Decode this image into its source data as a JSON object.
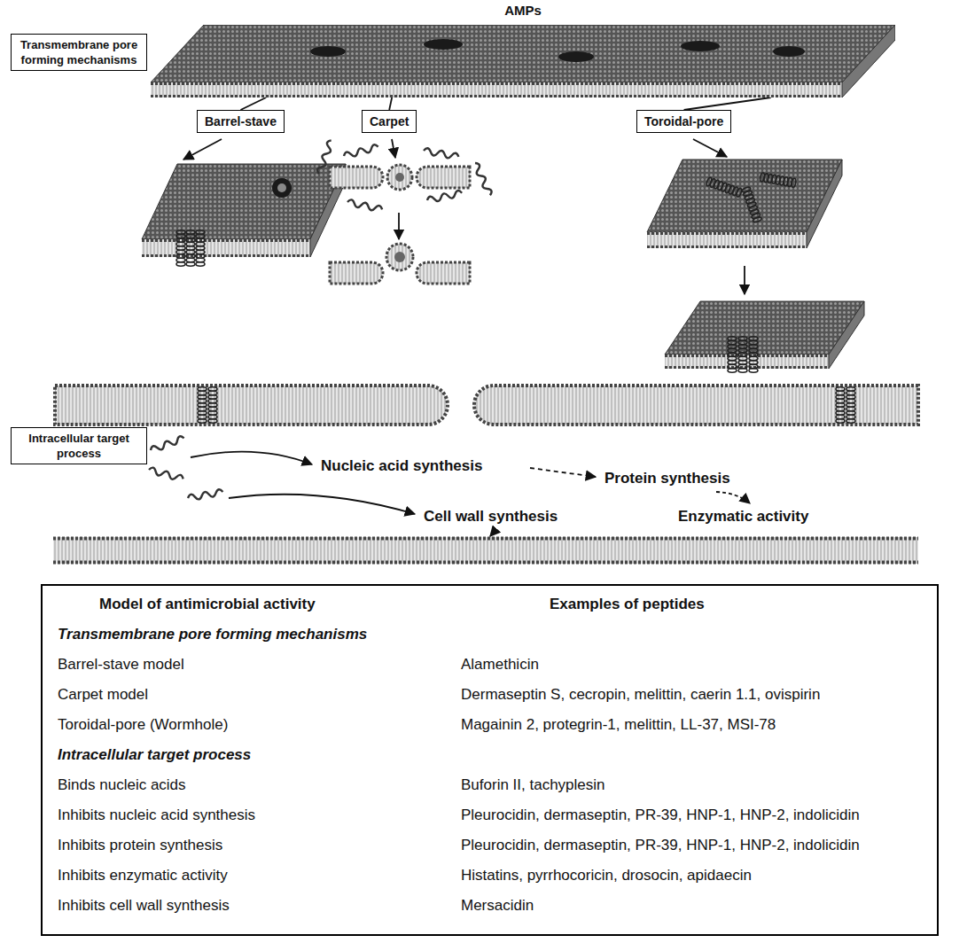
{
  "diagram": {
    "nodes": [
      {
        "text": [
          "AMPs"
        ]
      },
      {
        "text": [
          "Transmembrane pore forming mechanisms"
        ]
      },
      {
        "text": [
          "Barrel-stave"
        ]
      },
      {
        "text": [
          "Carpet"
        ]
      },
      {
        "text": [
          "Toroidal-pore"
        ]
      },
      {
        "text": [
          "Intracellular target process"
        ]
      }
    ],
    "edges": [
      {
        "from": 0,
        "to": 2,
        "arrow": "none"
      },
      {
        "from": 0,
        "to": 3,
        "arrow": "none"
      },
      {
        "from": 0,
        "to": 4,
        "arrow": "none"
      }
    ],
    "labels": [
      "Nucleic acid synthesis",
      "Protein synthesis",
      "Cell wall synthesis",
      "Enzymatic activity",
      "Model of antimicrobial activity",
      "Examples of peptides",
      "Transmembrane pore forming mechanisms",
      "Barrel-stave model",
      "Alamethicin",
      "Carpet model",
      "Dermaseptin S, cecropin, melittin, caerin 1.1, ovispirin",
      "Toroidal-pore (Wormhole)",
      "Magainin 2, protegrin-1, melittin, LL-37, MSI-78",
      "Intracellular target process",
      "Binds nucleic acids",
      "Buforin II, tachyplesin",
      "Inhibits nucleic acid synthesis",
      "Pleurocidin, dermaseptin, PR-39, HNP-1, HNP-2, indolicidin",
      "Inhibits protein synthesis",
      "Pleurocidin, dermaseptin, PR-39, HNP-1, HNP-2, indolicidin",
      "Inhibits enzymatic activity",
      "Histatins, pyrrhocoricin, drosocin, apidaecin",
      "Inhibits cell wall synthesis",
      "Mersacidin"
    ]
  }
}
